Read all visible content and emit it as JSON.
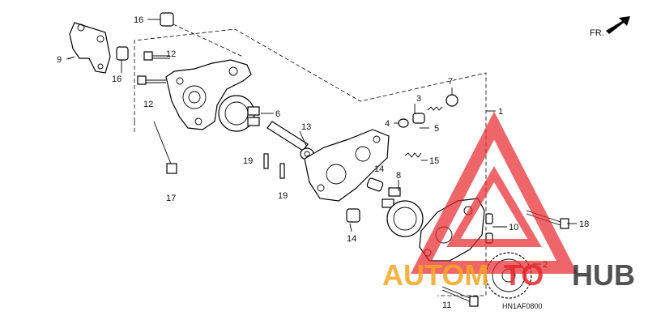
{
  "diagram": {
    "orientation_label": "FR.",
    "figure_code": "HN1AF0800",
    "callouts": [
      "1",
      "2",
      "3",
      "4",
      "5",
      "6",
      "7",
      "8",
      "9",
      "10",
      "11",
      "12",
      "12",
      "13",
      "14",
      "14",
      "15",
      "16",
      "16",
      "17",
      "18",
      "19",
      "19"
    ]
  },
  "watermark": {
    "text_a": "AUTOM",
    "text_b": "TO",
    "text_c": "HUB",
    "colors": {
      "orange": "#f5a623",
      "red": "#e8262a",
      "dark": "#333333"
    }
  }
}
